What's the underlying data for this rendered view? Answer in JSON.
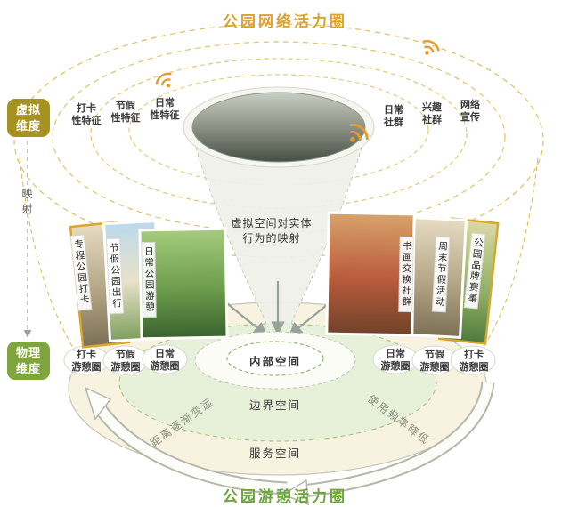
{
  "titles": {
    "top": "公园网络活力圈",
    "bottom": "公园游憩活力圈"
  },
  "dimensions": {
    "virtual": "虚拟\n维度",
    "mapping": "映\n射",
    "physical": "物理\n维度"
  },
  "virtual_ring": {
    "left": [
      "打卡\n性特征",
      "节假\n性特征",
      "日常\n性特征"
    ],
    "right": [
      "日常\n社群",
      "兴趣\n社群",
      "网络\n宣传"
    ]
  },
  "center_annotation": "虚拟空间对实体\n行为的映射",
  "photos": {
    "left": [
      "专程公园打卡",
      "节假公园出行",
      "日常公园游憩"
    ],
    "right": [
      "书画交换社群",
      "周末节假活动",
      "公园品牌赛事"
    ]
  },
  "physical_ring": {
    "left": [
      "打卡\n游憩圈",
      "节假\n游憩圈",
      "日常\n游憩圈"
    ],
    "right": [
      "日常\n游憩圈",
      "节假\n游憩圈",
      "打卡\n游憩圈"
    ],
    "spaces": {
      "inner": "内部空间",
      "boundary": "边界空间",
      "service": "服务空间"
    }
  },
  "flow_notes": {
    "left": "距离逐渐变远",
    "right": "使用频率降低"
  },
  "icons": {
    "wifi": "wifi-signal-icon",
    "chevron_green": "double-chevron-green",
    "chevron_orange": "double-chevron-orange"
  },
  "colors": {
    "gold": "#DCA22E",
    "green": "#6CA63C",
    "badge_gold": "#A6921E",
    "badge_green": "#7FA53F",
    "wifi_orange": "#E59A2F",
    "ring_gold": "#DCB84F",
    "bottom_cream": "#F8F3E1",
    "bottom_green": "#E7F0D9"
  }
}
